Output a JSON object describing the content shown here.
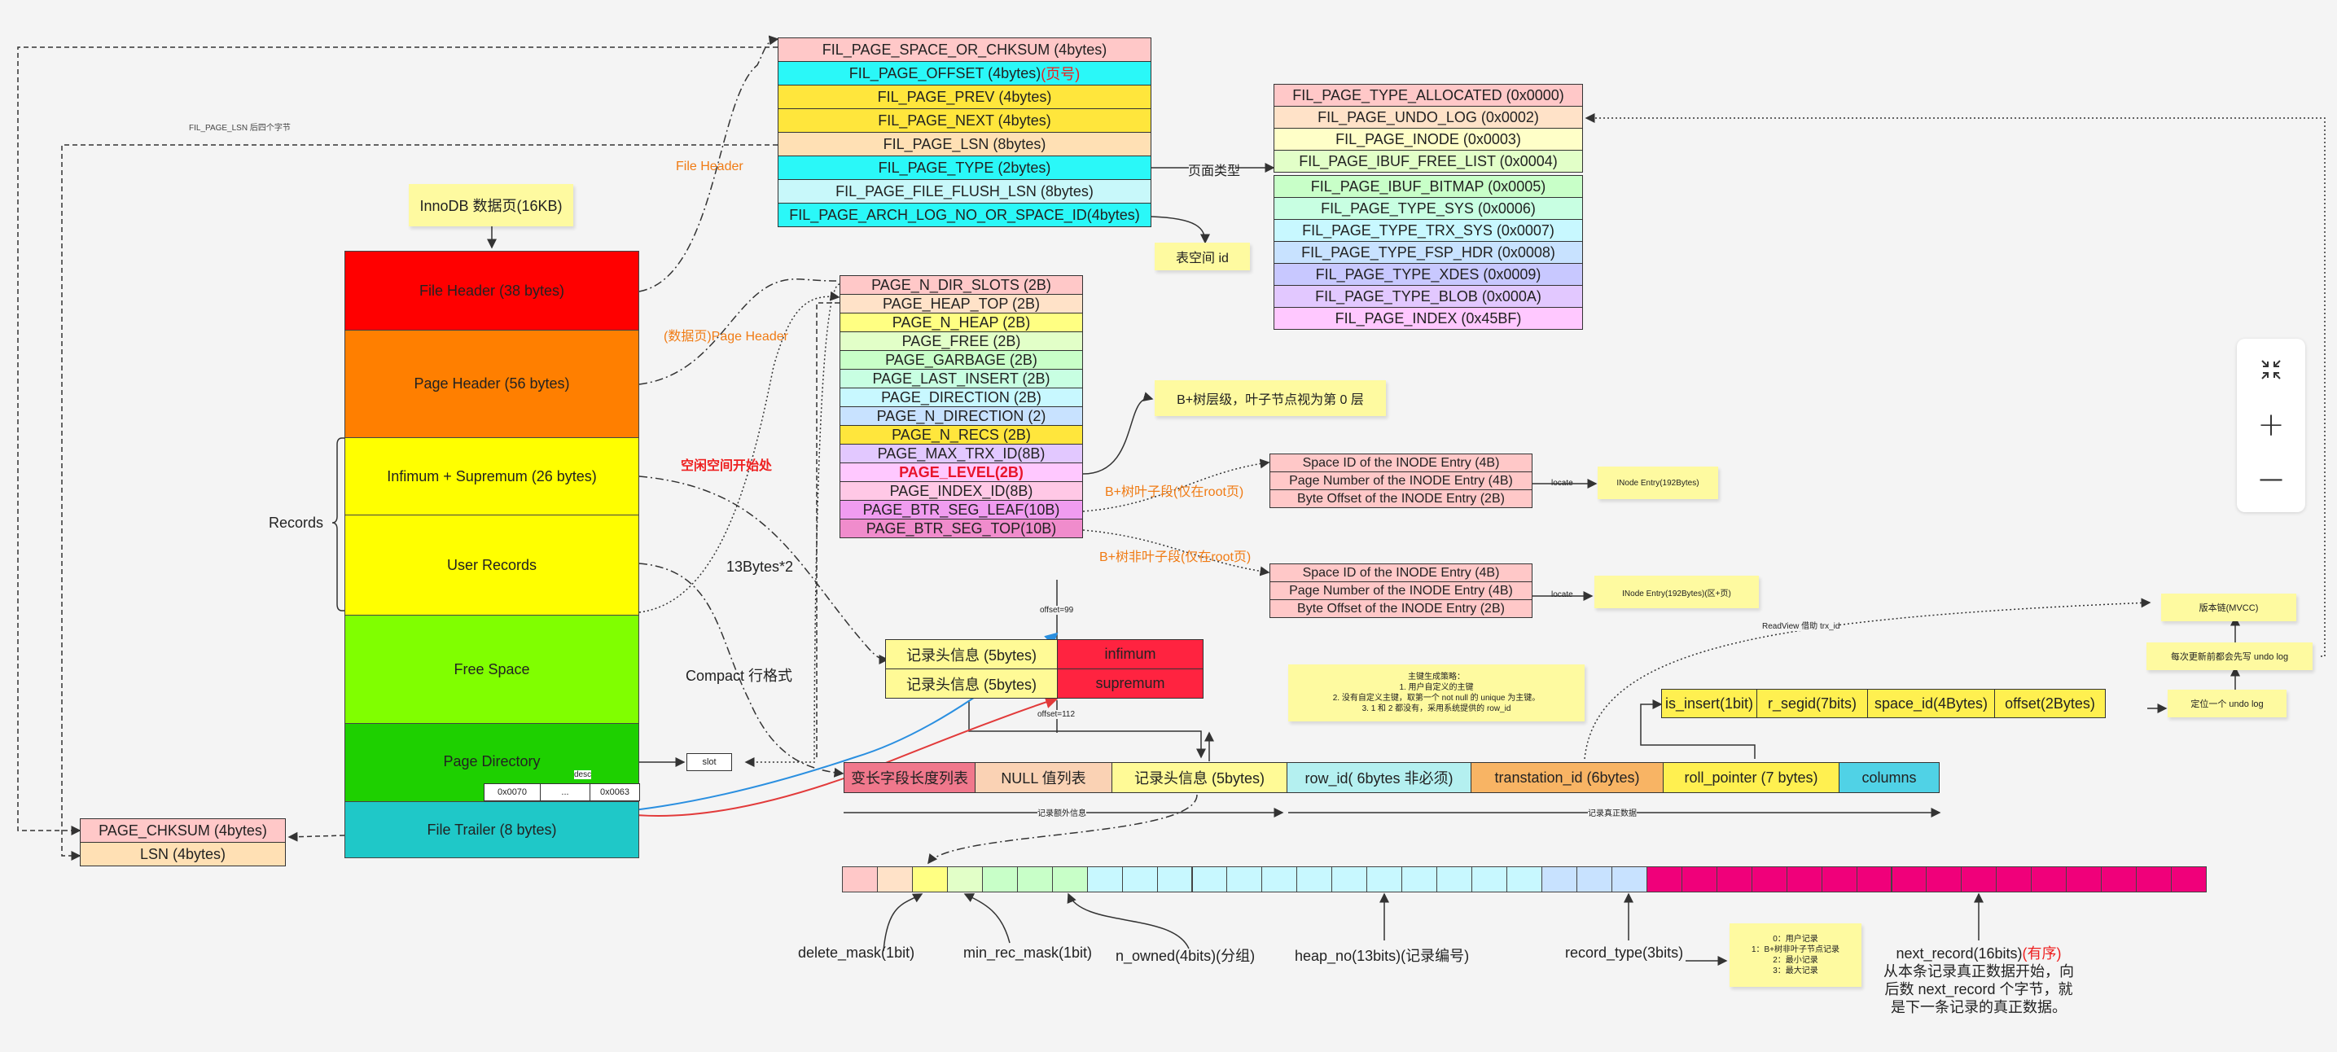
{
  "innodb_title": "InnoDB 数据页(16KB)",
  "page_sections": [
    {
      "label": "File Header (38 bytes)",
      "color": "#ff0000"
    },
    {
      "label": "Page Header (56 bytes)",
      "color": "#ff7f00"
    },
    {
      "label": "Infimum + Supremum (26 bytes)",
      "color": "#ffff00"
    },
    {
      "label": "User Records",
      "color": "#ffff00"
    },
    {
      "label": "Free Space",
      "color": "#80ff00"
    },
    {
      "label": "Page Directory",
      "color": "#1ed000"
    },
    {
      "label": "File Trailer (8 bytes)",
      "color": "#1fc8c8"
    }
  ],
  "records_label": "Records",
  "page_dir_cells": [
    "0x0070",
    "...",
    "0x0063"
  ],
  "page_dir_desc": "desc",
  "slot_label": "slot",
  "file_trailer_fields": [
    "PAGE_CHKSUM (4bytes)",
    "LSN (4bytes)"
  ],
  "lsn_note": "FIL_PAGE_LSN 后四个字节",
  "file_header_label": "File Header",
  "file_header_fields": [
    {
      "label": "FIL_PAGE_SPACE_OR_CHKSUM (4bytes)",
      "color": "#ffc8c8"
    },
    {
      "label": "FIL_PAGE_OFFSET (4bytes)",
      "extra": "(页号)",
      "color": "#2af8f8"
    },
    {
      "label": "FIL_PAGE_PREV (4bytes)",
      "color": "#ffe63c"
    },
    {
      "label": "FIL_PAGE_NEXT (4bytes)",
      "color": "#ffe63c"
    },
    {
      "label": "FIL_PAGE_LSN (8bytes)",
      "color": "#ffe0b4"
    },
    {
      "label": "FIL_PAGE_TYPE (2bytes)",
      "color": "#2af8f8"
    },
    {
      "label": "FIL_PAGE_FILE_FLUSH_LSN (8bytes)",
      "color": "#c8f8fa"
    },
    {
      "label": "FIL_PAGE_ARCH_LOG_NO_OR_SPACE_ID(4bytes)",
      "color": "#2af8f8"
    }
  ],
  "page_type_label": "页面类型",
  "space_id_note": "表空间 id",
  "page_types": [
    {
      "label": "FIL_PAGE_TYPE_ALLOCATED (0x0000)",
      "color": "#ffc8c8"
    },
    {
      "label": "FIL_PAGE_UNDO_LOG (0x0002)",
      "color": "#ffe2c8"
    },
    {
      "label": "FIL_PAGE_INODE (0x0003)",
      "color": "#ffffc8"
    },
    {
      "label": "FIL_PAGE_IBUF_FREE_LIST (0x0004)",
      "color": "#e2ffc8"
    },
    {
      "label": "FIL_PAGE_IBUF_BITMAP (0x0005)",
      "color": "#c8ffc8"
    },
    {
      "label": "FIL_PAGE_TYPE_SYS (0x0006)",
      "color": "#c8ffe2"
    },
    {
      "label": "FIL_PAGE_TYPE_TRX_SYS (0x0007)",
      "color": "#c8f8ff"
    },
    {
      "label": "FIL_PAGE_TYPE_FSP_HDR (0x0008)",
      "color": "#c8e2ff"
    },
    {
      "label": "FIL_PAGE_TYPE_XDES (0x0009)",
      "color": "#c8c8ff"
    },
    {
      "label": "FIL_PAGE_TYPE_BLOB (0x000A)",
      "color": "#e2c8ff"
    },
    {
      "label": "FIL_PAGE_INDEX (0x45BF)",
      "color": "#ffc8ff"
    }
  ],
  "page_header_label": "(数据页)Page Header",
  "page_header_fields": [
    {
      "label": "PAGE_N_DIR_SLOTS (2B)",
      "color": "#ffc8c8"
    },
    {
      "label": "PAGE_HEAP_TOP (2B)",
      "color": "#ffe2c8"
    },
    {
      "label": "PAGE_N_HEAP (2B)",
      "color": "#ffff82"
    },
    {
      "label": "PAGE_FREE (2B)",
      "color": "#e2ffc8"
    },
    {
      "label": "PAGE_GARBAGE (2B)",
      "color": "#c8ffc8"
    },
    {
      "label": "PAGE_LAST_INSERT (2B)",
      "color": "#c8ffe2"
    },
    {
      "label": "PAGE_DIRECTION (2B)",
      "color": "#c8f8ff"
    },
    {
      "label": "PAGE_N_DIRECTION (2)",
      "color": "#c8e2ff"
    },
    {
      "label": "PAGE_N_RECS (2B)",
      "color": "#ffe63c"
    },
    {
      "label": "PAGE_MAX_TRX_ID(8B)",
      "color": "#e2c8ff"
    },
    {
      "label": "PAGE_LEVEL(2B)",
      "color": "#ffc8ff"
    },
    {
      "label": "PAGE_INDEX_ID(8B)",
      "color": "#ffc8e6"
    },
    {
      "label": "PAGE_BTR_SEG_LEAF(10B)",
      "color": "#f09cf0"
    },
    {
      "label": "PAGE_BTR_SEG_TOP(10B)",
      "color": "#f08ccc"
    }
  ],
  "free_space_start": "空闲空间开始处",
  "btree_level_note": "B+树层级，叶子节点视为第 0 层",
  "leaf_segment_label": "B+树叶子段(仅在root页)",
  "nonleaf_segment_label": "B+树非叶子段(仅在root页)",
  "inode_fields": [
    "Space ID of the INODE Entry (4B)",
    "Page Number of the INODE Entry (4B)",
    "Byte Offset of the INODE Entry (2B)"
  ],
  "locate_label": "locate",
  "inode_note_1": "INode Entry(192Bytes)",
  "inode_note_2": "INode Entry(192Bytes)(区+页)",
  "size_label": "13Bytes*2",
  "compact_label": "Compact 行格式",
  "record_header_label": "记录头信息 (5bytes)",
  "infimum_label": "infimum",
  "supremum_label": "supremum",
  "offset_99": "offset=99",
  "offset_112": "offset=112",
  "row_fields": [
    {
      "label": "变长字段长度列表",
      "color": "#f0788c"
    },
    {
      "label": "NULL 值列表",
      "color": "#fad2b4"
    },
    {
      "label": "记录头信息 (5bytes)",
      "color": "#fffa96"
    },
    {
      "label": "row_id( 6bytes 非必须)",
      "color": "#b4f0f0"
    },
    {
      "label": "transtation_id (6bytes)",
      "color": "#f8b464"
    },
    {
      "label": "roll_pointer (7 bytes)",
      "color": "#fff050"
    },
    {
      "label": "columns",
      "color": "#50d2e6"
    }
  ],
  "extra_info_label": "记录额外信息",
  "real_data_label": "记录真正数据",
  "primary_key_note": [
    "主键生成策略：",
    "1. 用户自定义的主键",
    "2. 没有自定义主键，取第一个 not null 的 unique 为主键。",
    "3. 1 和 2 都没有，采用系统提供的 row_id"
  ],
  "readview_label": "ReadView 借助 trx_id",
  "roll_pointer_fields": [
    "is_insert(1bit)",
    "r_segid(7bits)",
    "space_id(4Bytes)",
    "offset(2Bytes)"
  ],
  "undo_note_locate": "定位一个 undo log",
  "undo_note_prev": "每次更新前都会先写 undo log",
  "undo_note_chain": "版本链(MVCC)",
  "bit_labels": {
    "delete_mask": "delete_mask(1bit)",
    "min_rec_mask": "min_rec_mask(1bit)",
    "n_owned": "n_owned(4bits)(分组)",
    "heap_no": "heap_no(13bits)(记录编号)",
    "record_type": "record_type(3bits)",
    "next_record": "next_record(16bits)",
    "next_record_tag": "(有序)",
    "next_record_desc": [
      "从本条记录真正数据开始，向",
      "后数 next_record 个字节，就",
      "是下一条记录的真正数据。"
    ]
  },
  "record_type_note": [
    "0：用户记录",
    "1：B+树非叶子节点记录",
    "2：最小记录",
    "3：最大记录"
  ],
  "zoom_controls": {
    "fit_icon": "collapse-icon",
    "zoom_in": "+",
    "zoom_out": "—"
  }
}
